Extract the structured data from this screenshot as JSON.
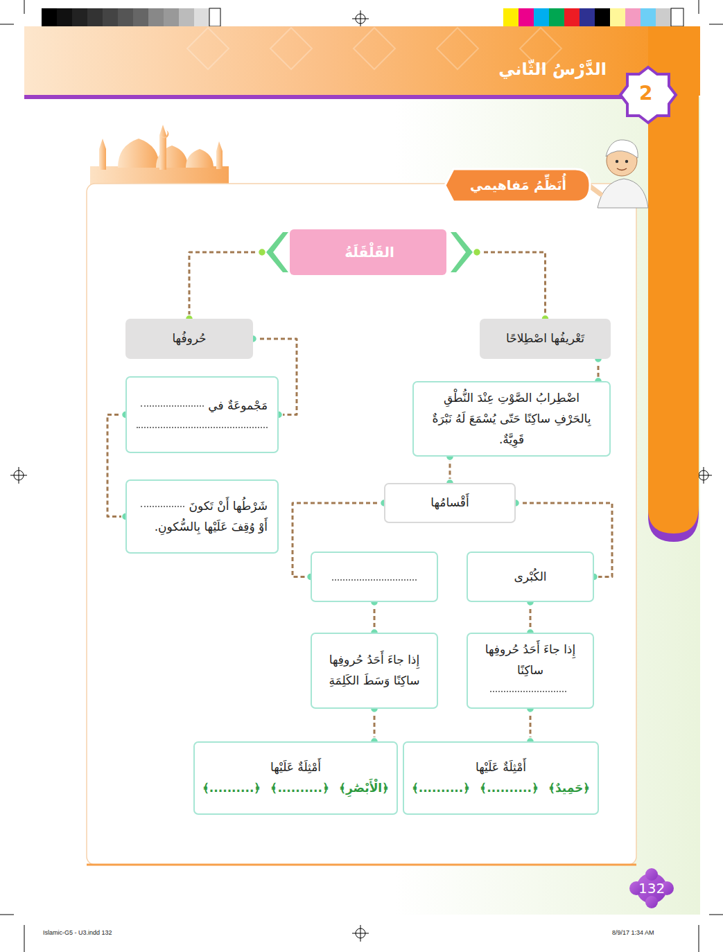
{
  "diagram": {
    "title": "الدَّرْسُ الثّاني",
    "nodes": [
      {
        "text": [
          "أُنَظِّمُ مَفاهيمي"
        ]
      },
      {
        "text": [
          "القَلْقَلَةُ"
        ]
      },
      {
        "text": [
          "تَعْريفُها اصْطِلاحًا"
        ]
      },
      {
        "text": [
          "حُروفُها"
        ]
      },
      {
        "text": [
          "اضْطِرابُ الصَّوْتِ عِنْدَ النُّطْقِ بِالحَرْفِ ساكِنًا حَتّى يُسْمَعَ لَهُ نَبْرَةٌ قَوِيَّةٌ."
        ]
      },
      {
        "text": [
          "مَجْموعَةٌ في"
        ]
      },
      {
        "text": [
          "أَقْسامُها"
        ]
      },
      {
        "text": [
          "شَرْطُها أَنْ تَكونَ",
          "أَوْ وُقِفَ عَلَيْها بِالسُّكونِ."
        ]
      },
      {
        "text": [
          "الكُبْرى"
        ]
      },
      {
        "text": []
      },
      {
        "text": [
          "إِذا جاءَ أَحَدُ حُروفِها ساكِنًا"
        ]
      },
      {
        "text": [
          "إِذا جاءَ أَحَدُ حُروفِها ساكِنًا وَسَطَ الكَلِمَةِ"
        ]
      },
      {
        "text": [
          "أَمْثِلَةٌ عَلَيْها",
          "﴿حَمِيدٌ﴾",
          "﴿..........﴾",
          "﴿..........﴾"
        ]
      },
      {
        "text": [
          "أَمْثِلَةٌ عَلَيْها",
          "﴿الْأَبْصَٰرِ﴾",
          "﴿..........﴾",
          "﴿..........﴾"
        ]
      }
    ],
    "edges": [
      {
        "from": 1,
        "to": 2,
        "arrow": "none"
      },
      {
        "from": 1,
        "to": 3,
        "arrow": "none"
      },
      {
        "from": 2,
        "to": 4,
        "arrow": "none"
      },
      {
        "from": 3,
        "to": 5,
        "arrow": "none"
      },
      {
        "from": 5,
        "to": 7,
        "arrow": "none"
      },
      {
        "from": 4,
        "to": 6,
        "arrow": "none"
      },
      {
        "from": 6,
        "to": 8,
        "arrow": "none"
      },
      {
        "from": 6,
        "to": 9,
        "arrow": "none"
      },
      {
        "from": 8,
        "to": 10,
        "arrow": "none"
      },
      {
        "from": 9,
        "to": 11,
        "arrow": "none"
      },
      {
        "from": 10,
        "to": 12,
        "arrow": "none"
      },
      {
        "from": 11,
        "to": 13,
        "arrow": "none"
      }
    ],
    "labels": [
      "2",
      "132",
      "Islamic-G5 - U3.indd 132",
      "8/9/17 1:34 AM"
    ]
  }
}
